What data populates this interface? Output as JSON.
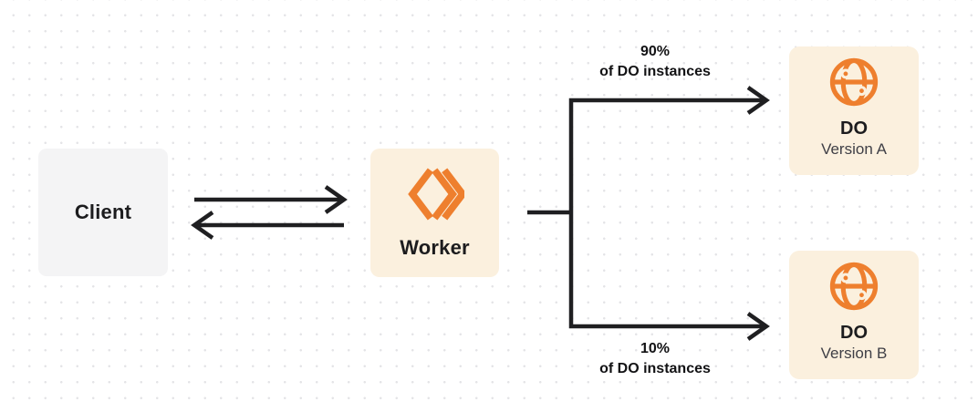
{
  "colors": {
    "background": "#FFFFFF",
    "dot_grid": "#E4E4E7",
    "accent_orange": "#EE7F2E",
    "node_cream_bg": "#FBF0DE",
    "node_gray_bg": "#F4F4F5",
    "line_dark": "#1F1F21",
    "title_dark": "#1C1C1E",
    "subtitle_gray": "#3F3F46"
  },
  "nodes": {
    "client": {
      "label": "Client"
    },
    "worker": {
      "label": "Worker",
      "icon": "cloudflare-workers-icon"
    },
    "do_version_a": {
      "title": "DO",
      "subtitle": "Version A",
      "icon": "durable-object-globe-icon"
    },
    "do_version_b": {
      "title": "DO",
      "subtitle": "Version B",
      "icon": "durable-object-globe-icon"
    }
  },
  "edges": {
    "client_to_worker": {
      "style": "double-arrow"
    },
    "worker_to_do_a": {
      "label_percent": "90%",
      "label_caption": "of DO instances"
    },
    "worker_to_do_b": {
      "label_percent": "10%",
      "label_caption": "of DO instances"
    }
  }
}
